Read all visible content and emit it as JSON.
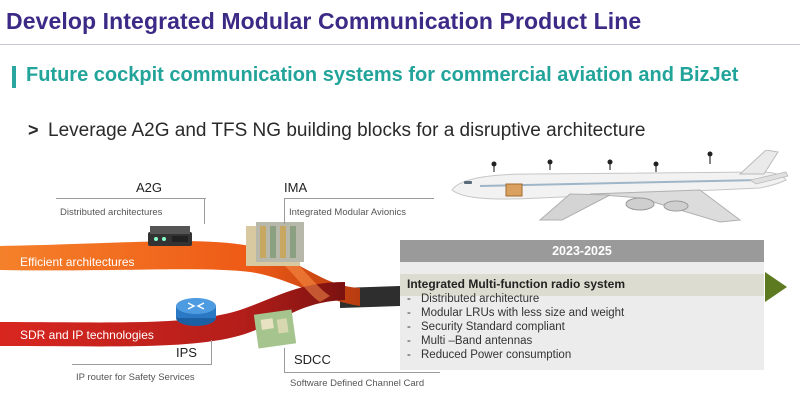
{
  "title": "Develop Integrated Modular Communication Product Line",
  "subtitle": "Future cockpit communication systems for commercial aviation and BizJet",
  "bullet": {
    "marker": ">",
    "text": "Leverage A2G and TFS NG building blocks for a disruptive architecture"
  },
  "components": {
    "a2g": {
      "label": "A2G",
      "caption": "Distributed architectures"
    },
    "ima": {
      "label": "IMA",
      "caption": "Integrated Modular Avionics"
    },
    "ips": {
      "label": "IPS",
      "caption": "IP router for Safety Services"
    },
    "sdcc": {
      "label": "SDCC",
      "caption": "Software Defined Channel Card"
    }
  },
  "ribbons": {
    "top": "Efficient architectures",
    "bottom": "SDR and IP technologies"
  },
  "panel": {
    "header": "2023-2025",
    "heading": "Integrated Multi-function radio system",
    "items": [
      "Distributed architecture",
      "Modular LRUs with less size and weight",
      "Security Standard compliant",
      "Multi –Band antennas",
      "Reduced Power consumption"
    ],
    "item_marker": "-"
  },
  "colors": {
    "title": "#3c2a86",
    "subtitle": "#22a49a",
    "ribbon_orange": "#f06a1e",
    "ribbon_red": "#c8231d",
    "arrow": "#5e7a20",
    "panel_header": "#9a9a9a"
  }
}
